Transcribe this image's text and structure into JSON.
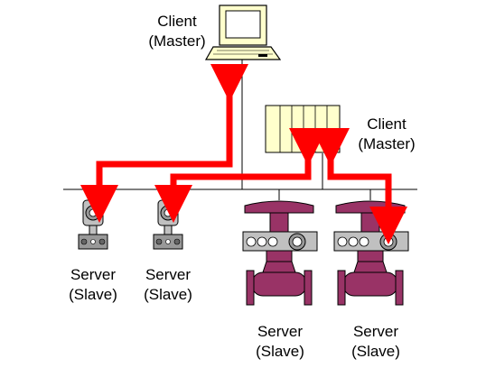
{
  "labels": {
    "client_pc": {
      "line1": "Client",
      "line2": "(Master)"
    },
    "client_plc": {
      "line1": "Client",
      "line2": "(Master)"
    },
    "server_1": {
      "line1": "Server",
      "line2": "(Slave)"
    },
    "server_2": {
      "line1": "Server",
      "line2": "(Slave)"
    },
    "server_3": {
      "line1": "Server",
      "line2": "(Slave)"
    },
    "server_4": {
      "line1": "Server",
      "line2": "(Slave)"
    }
  },
  "colors": {
    "arrow": "#ff0000",
    "valve_body": "#993366",
    "computer_fill": "#ffffcc",
    "plc_fill": "#ffffcc",
    "transmitter_fill": "#c0c0c0"
  },
  "icons": [
    "computer-icon",
    "plc-rack-icon",
    "pressure-transmitter-icon",
    "control-valve-icon"
  ]
}
